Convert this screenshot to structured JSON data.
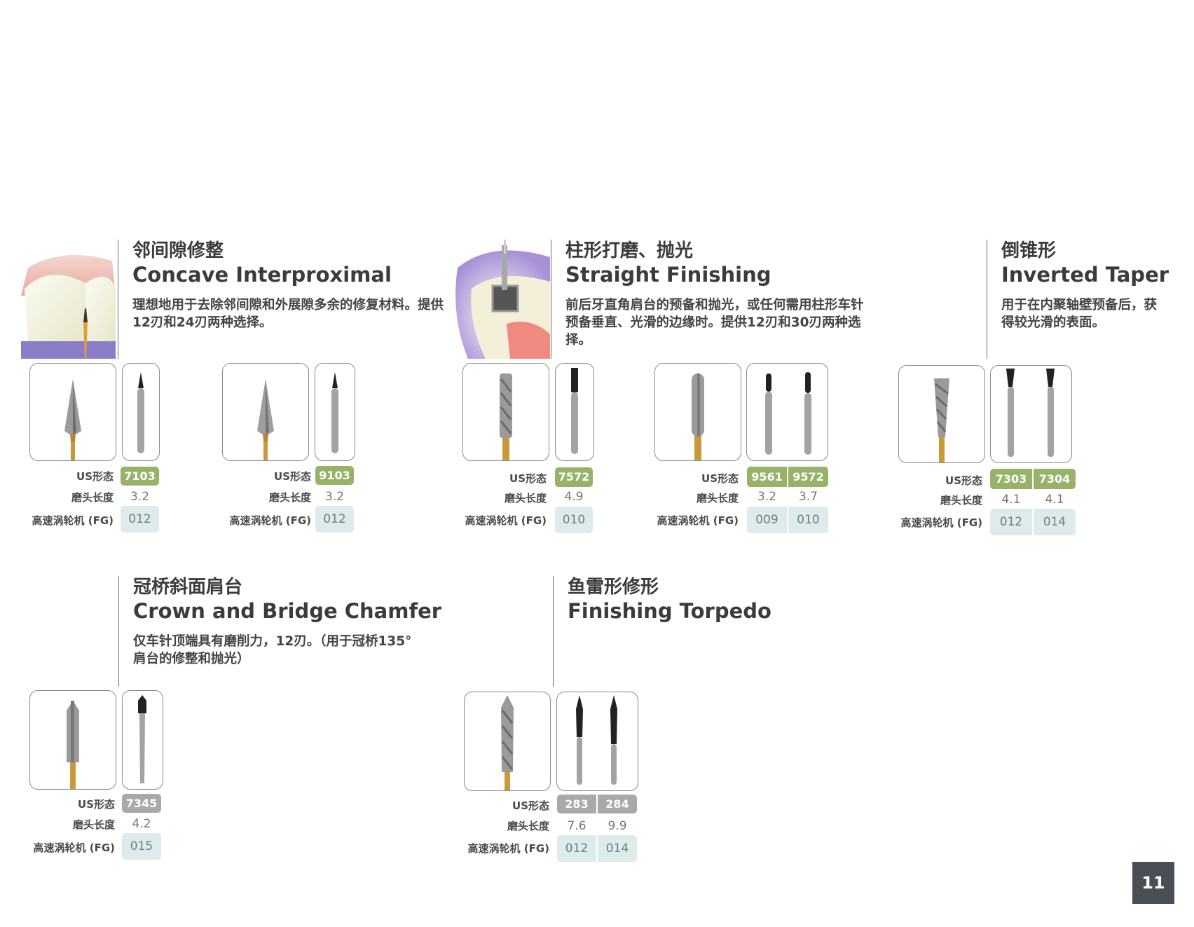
{
  "labels": {
    "us_shape": "US形态",
    "head_length": "磨头长度",
    "fg": "高速涡轮机 (FG)"
  },
  "page_number": "11",
  "colors": {
    "us_green": "#98b26a",
    "us_gray": "#a9a9a9",
    "fg_bg": "#ddeceb",
    "page_number_bg": "#4a4f55",
    "gold_shank": "#c89a3a"
  },
  "sections": {
    "concave": {
      "title_cn": "邻间隙修整",
      "title_en": "Concave Interproximal",
      "desc": "理想地用于去除邻间隙和外展隙多余的修复材料。提供12刃和24刃两种选择。",
      "products": [
        {
          "us": [
            "7103"
          ],
          "length": [
            "3.2"
          ],
          "fg": [
            "012"
          ]
        },
        {
          "us": [
            "9103"
          ],
          "length": [
            "3.2"
          ],
          "fg": [
            "012"
          ]
        }
      ]
    },
    "straight": {
      "title_cn": "柱形打磨、抛光",
      "title_en": "Straight Finishing",
      "desc": "前后牙直角肩台的预备和抛光，或任何需用柱形车针预备垂直、光滑的边缘时。提供12刃和30刃两种选择。",
      "products": [
        {
          "us": [
            "7572"
          ],
          "length": [
            "4.9"
          ],
          "fg": [
            "010"
          ]
        },
        {
          "us": [
            "9561",
            "9572"
          ],
          "length": [
            "3.2",
            "3.7"
          ],
          "fg": [
            "009",
            "010"
          ]
        }
      ]
    },
    "inverted": {
      "title_cn": "倒锥形",
      "title_en": "Inverted Taper",
      "desc": "用于在内聚轴壁预备后，获得较光滑的表面。",
      "products": [
        {
          "us": [
            "7303",
            "7304"
          ],
          "length": [
            "4.1",
            "4.1"
          ],
          "fg": [
            "012",
            "014"
          ]
        }
      ]
    },
    "chamfer": {
      "title_cn": "冠桥斜面肩台",
      "title_en": "Crown and Bridge Chamfer",
      "desc": "仅车针顶端具有磨削力，12刃。（用于冠桥135°肩台的修整和抛光）",
      "products": [
        {
          "us": [
            "7345"
          ],
          "length": [
            "4.2"
          ],
          "fg": [
            "015"
          ]
        }
      ]
    },
    "torpedo": {
      "title_cn": "鱼雷形修形",
      "title_en": "Finishing Torpedo",
      "products": [
        {
          "us": [
            "283",
            "284"
          ],
          "length": [
            "7.6",
            "9.9"
          ],
          "fg": [
            "012",
            "014"
          ]
        }
      ]
    }
  }
}
